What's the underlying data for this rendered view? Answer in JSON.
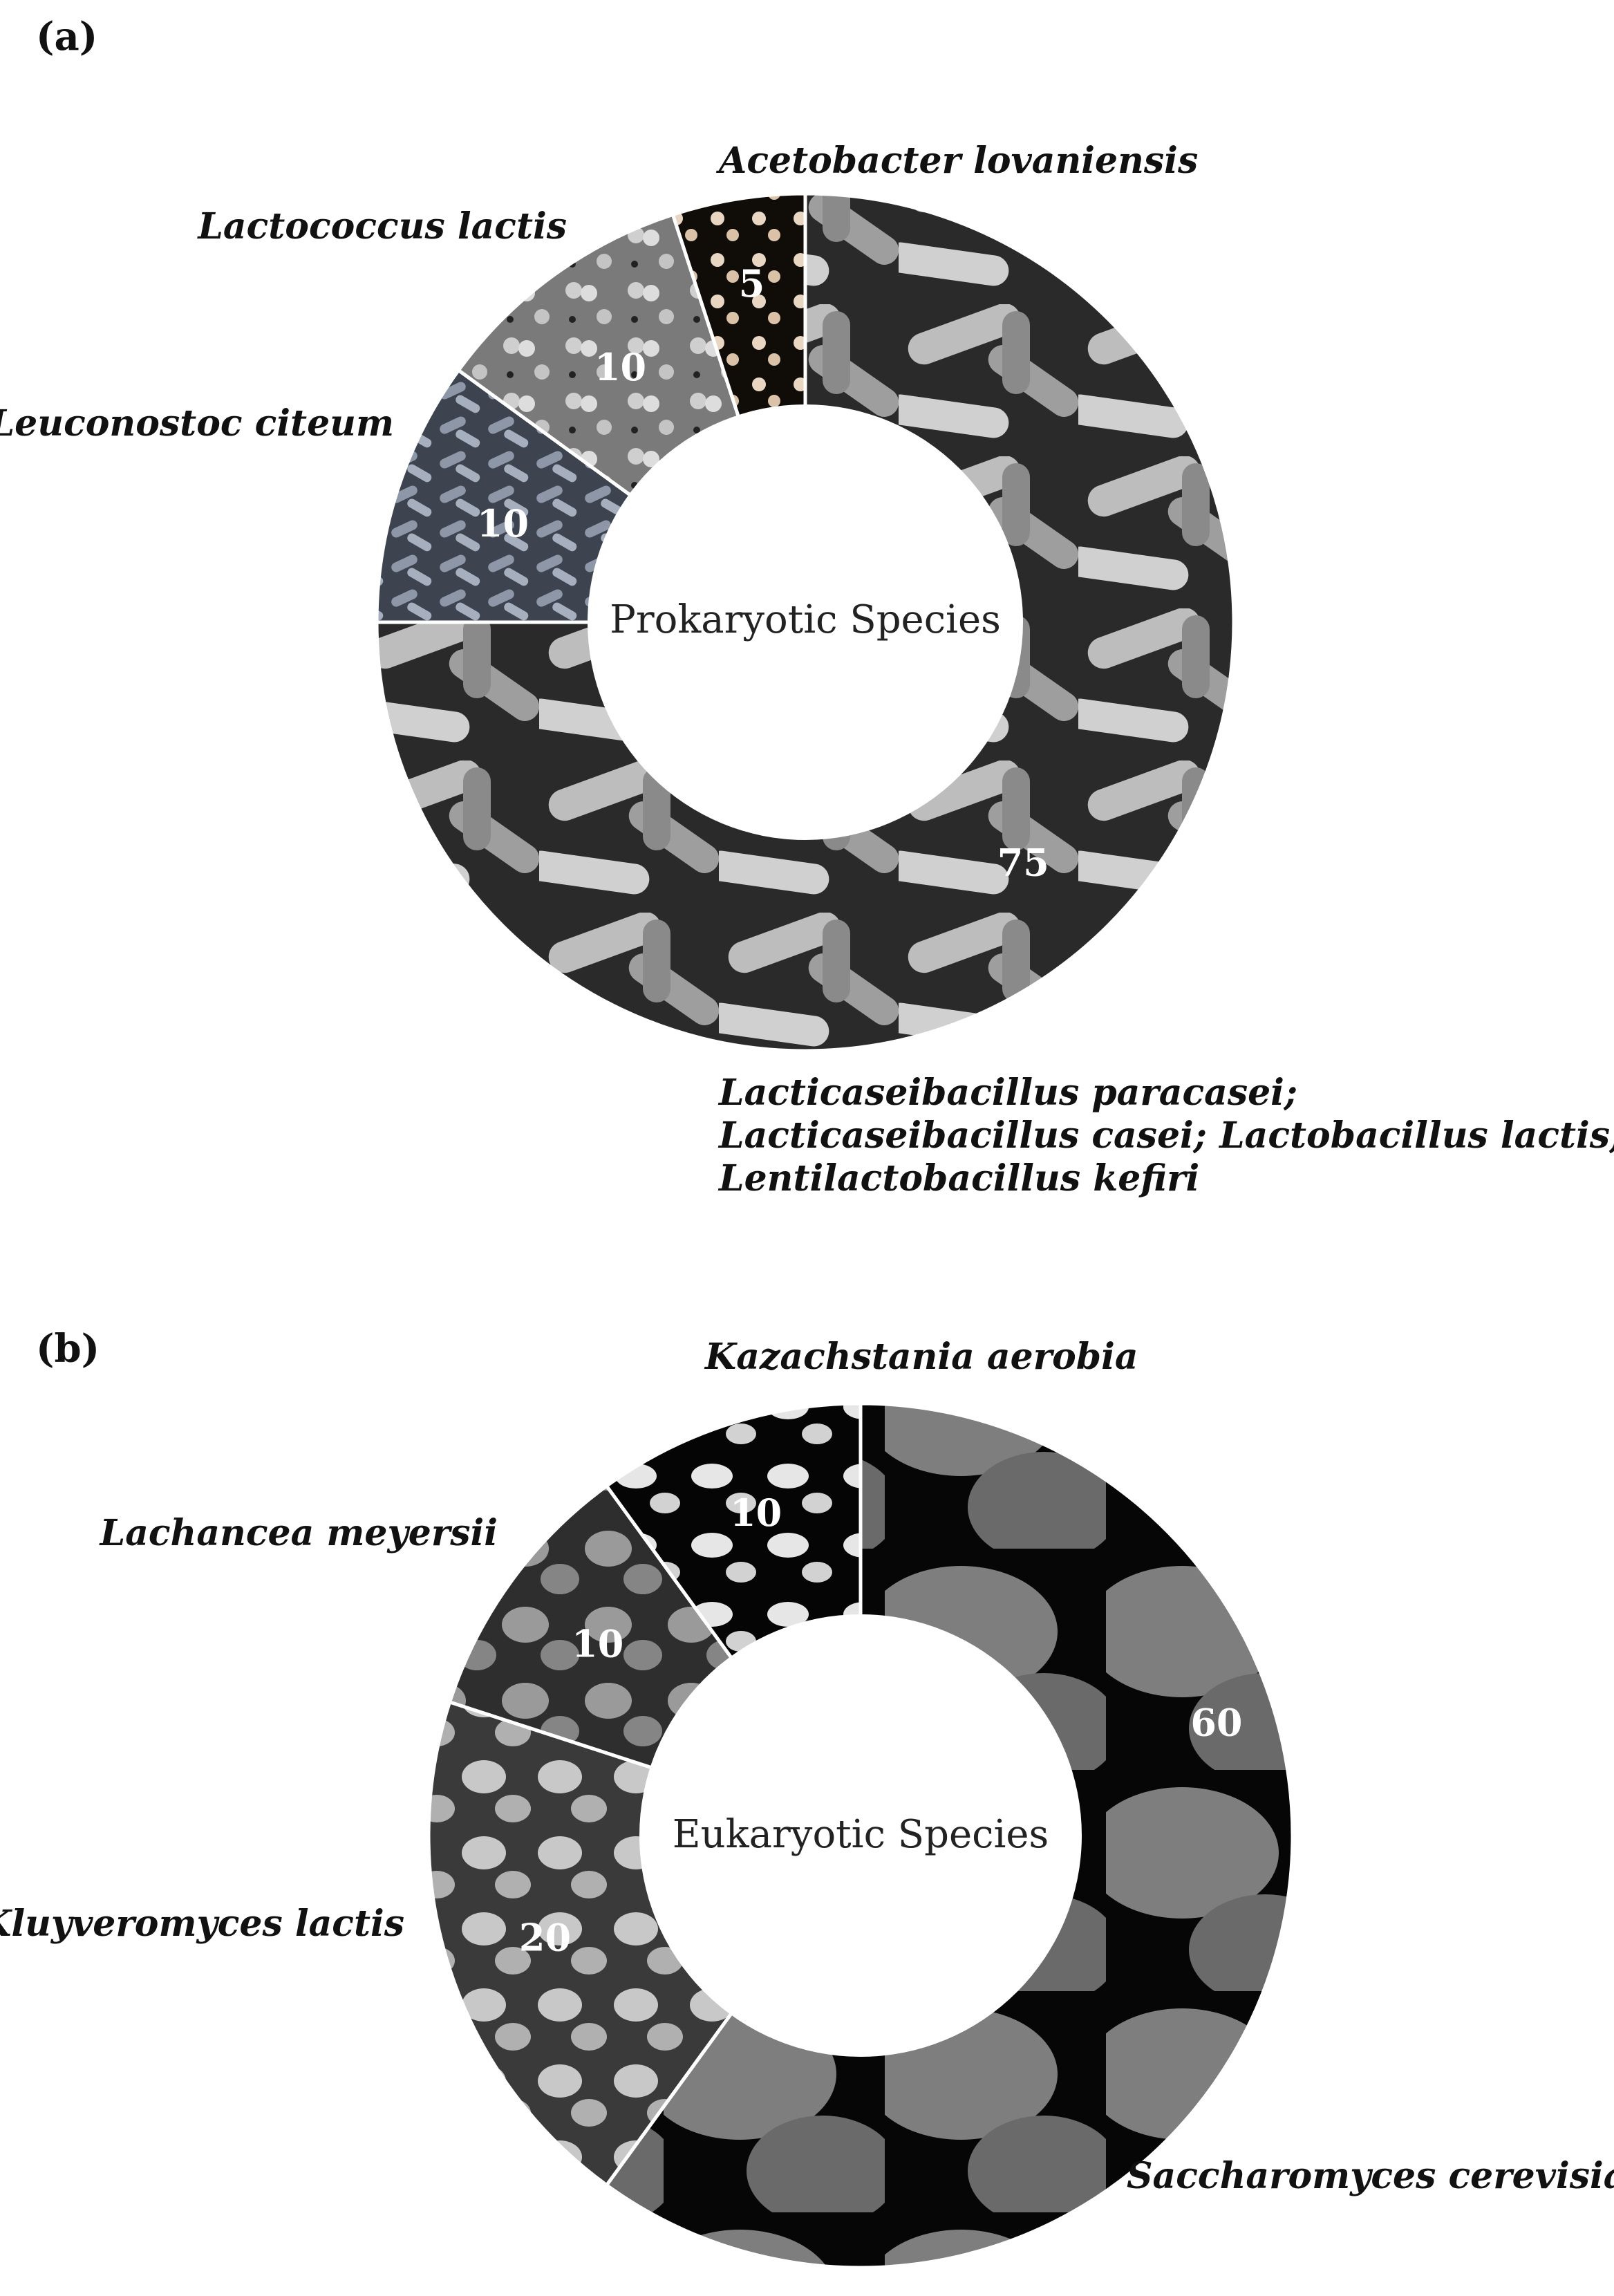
{
  "chart_data": [
    {
      "type": "pie",
      "panel_label": "(a)",
      "center_label": "Prokaryotic Species",
      "slices": [
        {
          "label_lines": [
            "Lacticaseibacillus paracasei;",
            "Lacticaseibacillus casei; Lactobacillus lactis;",
            "Lentilactobacillus kefiri"
          ],
          "value": 75
        },
        {
          "label_lines": [
            "Leuconostoc citeum"
          ],
          "value": 10
        },
        {
          "label_lines": [
            "Lactococcus lactis"
          ],
          "value": 10
        },
        {
          "label_lines": [
            "Acetobacter lovaniensis"
          ],
          "value": 5
        }
      ]
    },
    {
      "type": "pie",
      "panel_label": "(b)",
      "center_label": "Eukaryotic Species",
      "slices": [
        {
          "label_lines": [
            "Saccharomyces cerevisiae"
          ],
          "value": 60
        },
        {
          "label_lines": [
            "Kluyveromyces lactis"
          ],
          "value": 20
        },
        {
          "label_lines": [
            "Lachancea meyersii"
          ],
          "value": 10
        },
        {
          "label_lines": [
            "Kazachstania aerobia"
          ],
          "value": 10
        }
      ]
    }
  ]
}
